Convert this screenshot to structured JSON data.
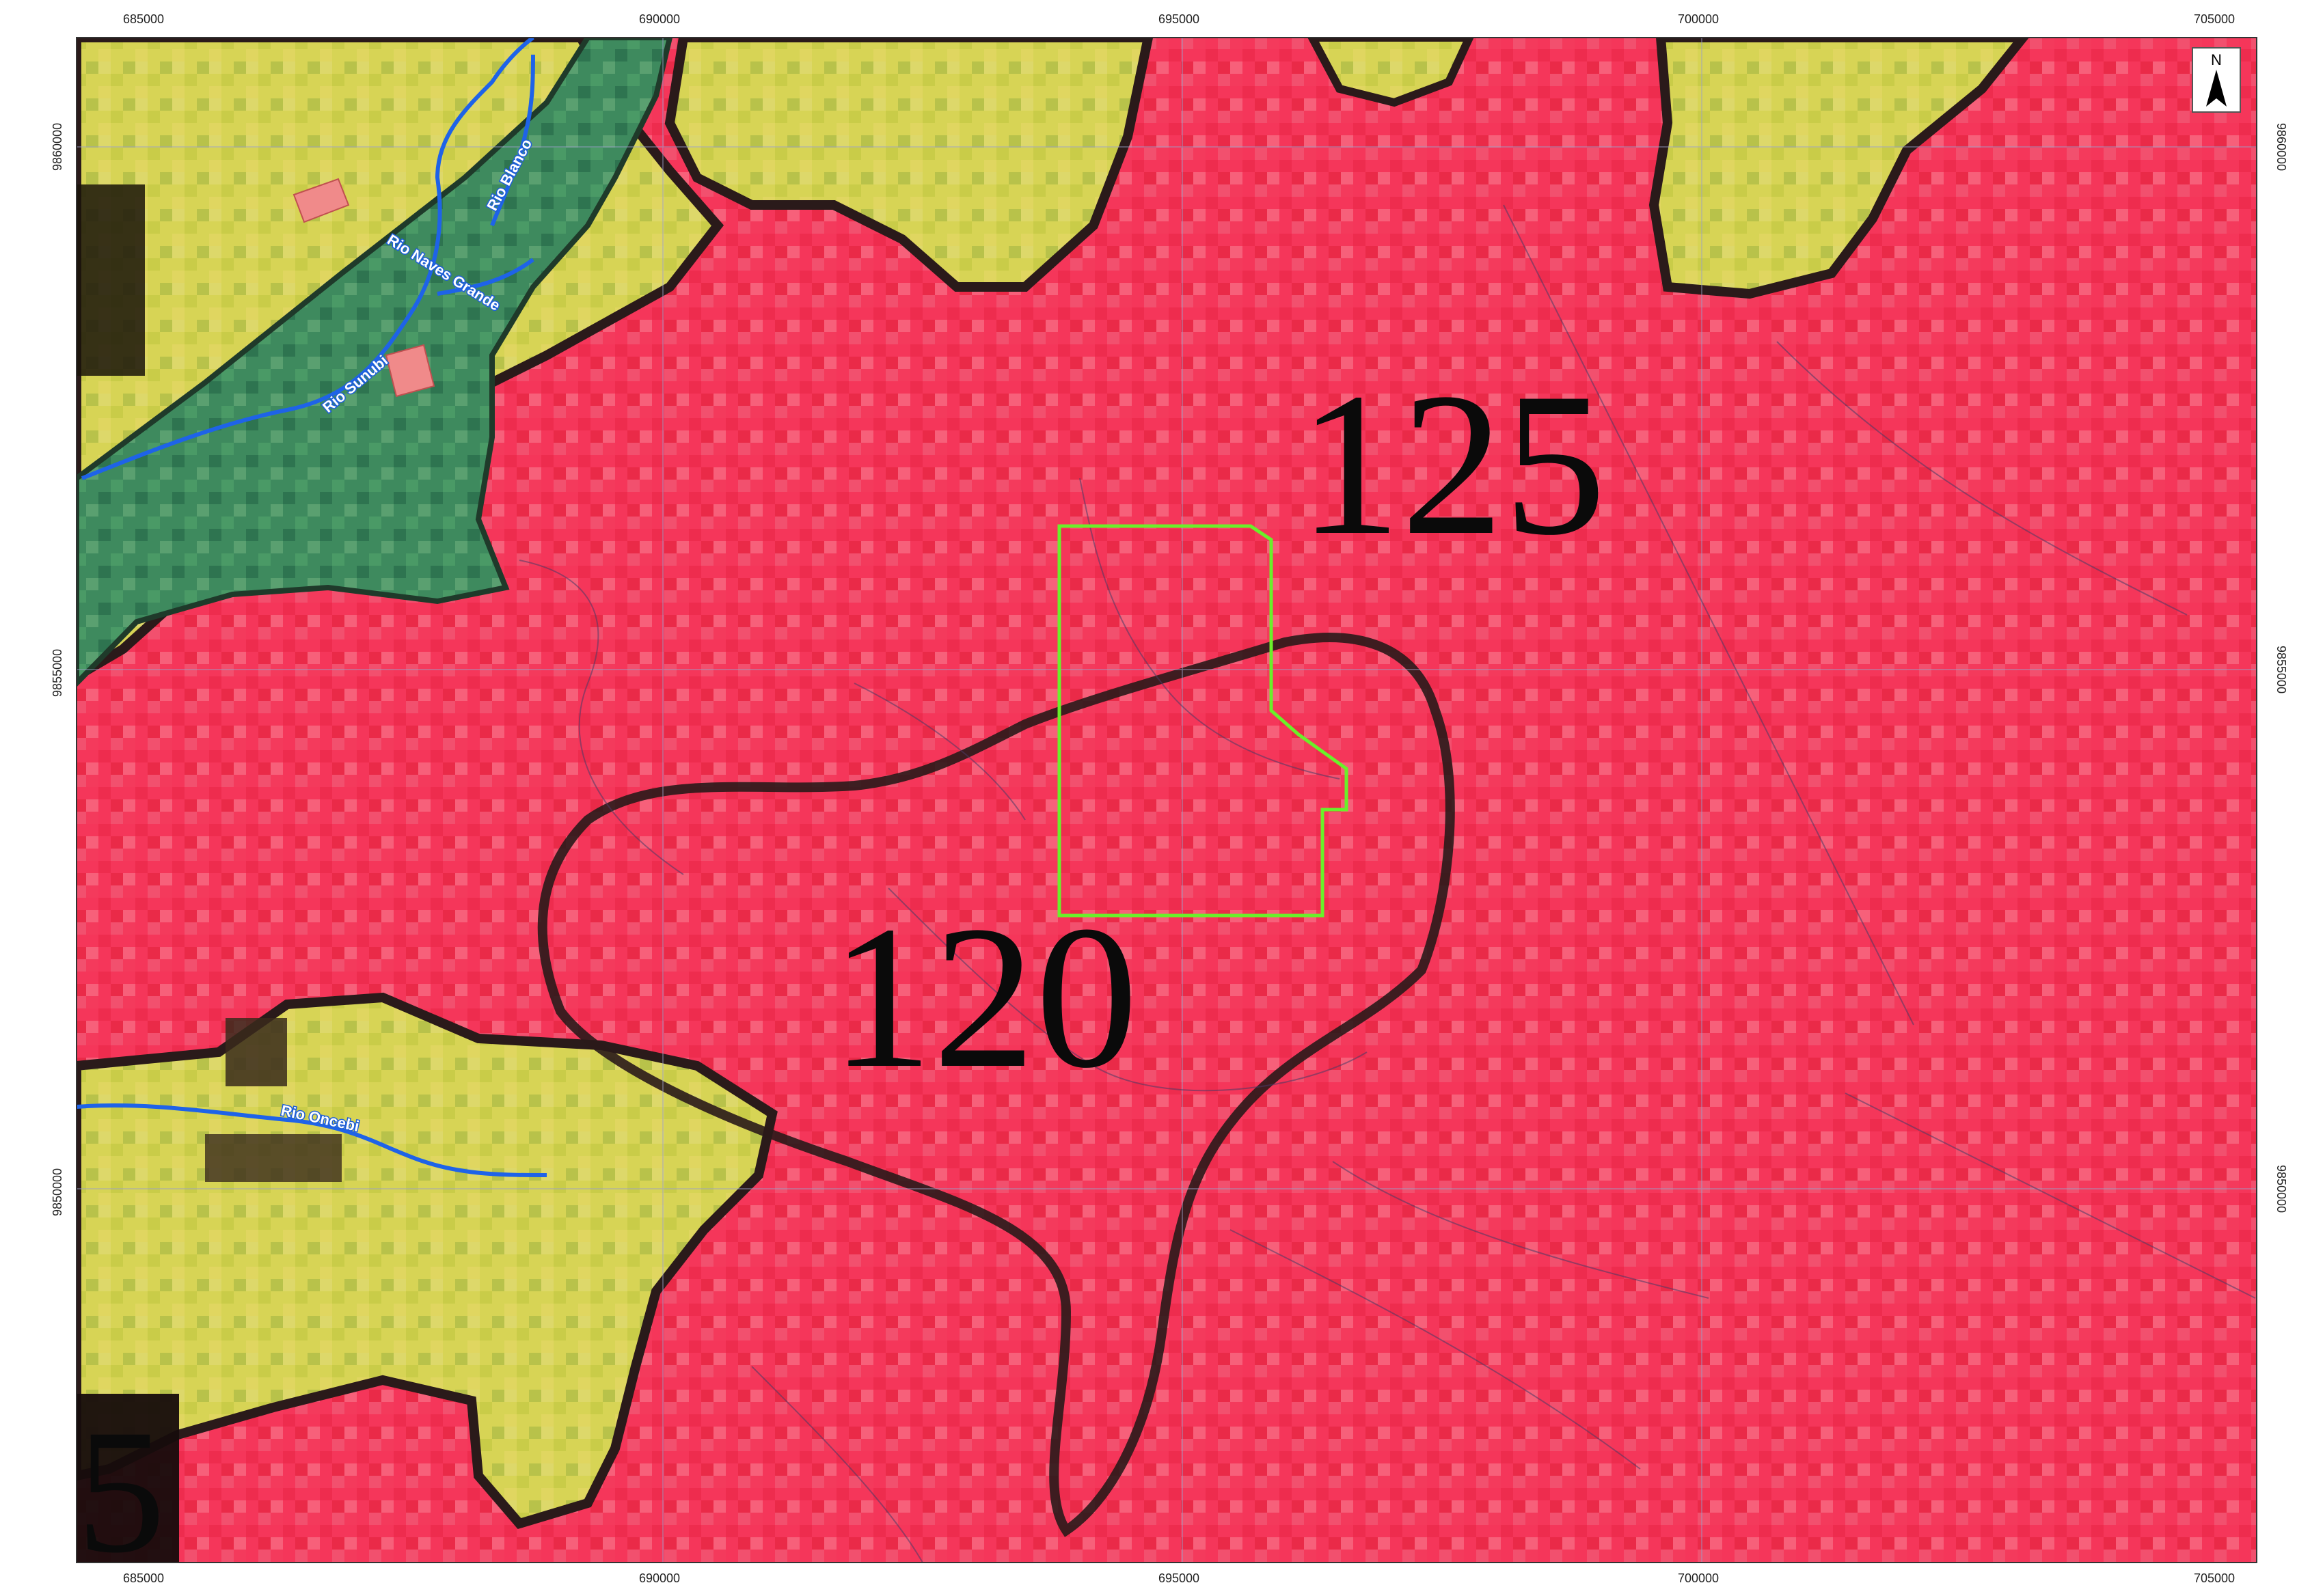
{
  "map": {
    "x_ticks": [
      "685000",
      "690000",
      "695000",
      "700000",
      "705000"
    ],
    "y_ticks": [
      "9860000",
      "9855000",
      "9850000"
    ],
    "north_label": "N",
    "units": [
      {
        "id": "120",
        "label": "120"
      },
      {
        "id": "125",
        "label": "125"
      }
    ],
    "partial_labels": [
      "5"
    ],
    "rivers": [
      {
        "name": "Rio Blanco"
      },
      {
        "name": "Rio Naves Grande"
      },
      {
        "name": "Rio Sunubi"
      },
      {
        "name": "Rio Oncebi"
      }
    ],
    "colors": {
      "red_unit": "#f5365a",
      "yellow_unit": "#d7d455",
      "green_unit": "#3e8a5e",
      "boundary": "#2a1a1a",
      "study_area": "#6af02a",
      "river": "#1e63e8",
      "settlement": "#f08a8a"
    }
  }
}
